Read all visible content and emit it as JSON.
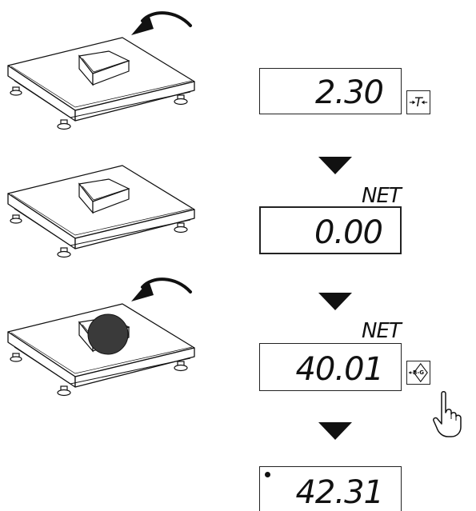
{
  "steps": [
    {
      "display_value": "2.30",
      "indicator": "",
      "key": "tare",
      "key_label": "T"
    },
    {
      "display_value": "0.00",
      "indicator": "NET"
    },
    {
      "display_value": "40.01",
      "indicator": "NET",
      "key": "gross-net",
      "key_label": "B-G"
    },
    {
      "display_value": "42.31",
      "indicator": ""
    }
  ],
  "colors": {
    "ink": "#111111",
    "background": "#ffffff"
  },
  "icons": [
    "curved-arrow-icon",
    "down-triangle-icon",
    "tare-key-icon",
    "gross-net-key-icon",
    "pointing-hand-icon"
  ]
}
